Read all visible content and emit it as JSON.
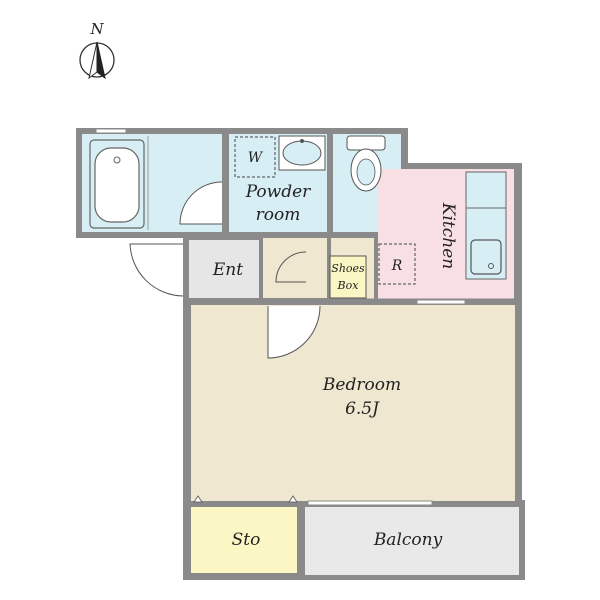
{
  "compass": {
    "label": "N",
    "icon": "north-arrow-icon"
  },
  "rooms": {
    "washer": "W",
    "powder_line1": "Powder",
    "powder_line2": "room",
    "kitchen": "Kitchen",
    "fridge": "R",
    "entrance": "Ent",
    "shoes_line1": "Shoes",
    "shoes_line2": "Box",
    "bedroom": "Bedroom",
    "bedroom_size": "6.5J",
    "storage": "Sto",
    "balcony": "Balcony"
  },
  "colors": {
    "wall": "#8a8a8a",
    "wet_area": "#d6eef4",
    "kitchen": "#f7dfe4",
    "entrance": "#e6e6e6",
    "bedroom": "#efe7cf",
    "storage": "#fbf7c4",
    "balcony": "#e9e9e9",
    "shoe_box": "#fbf7c4"
  }
}
